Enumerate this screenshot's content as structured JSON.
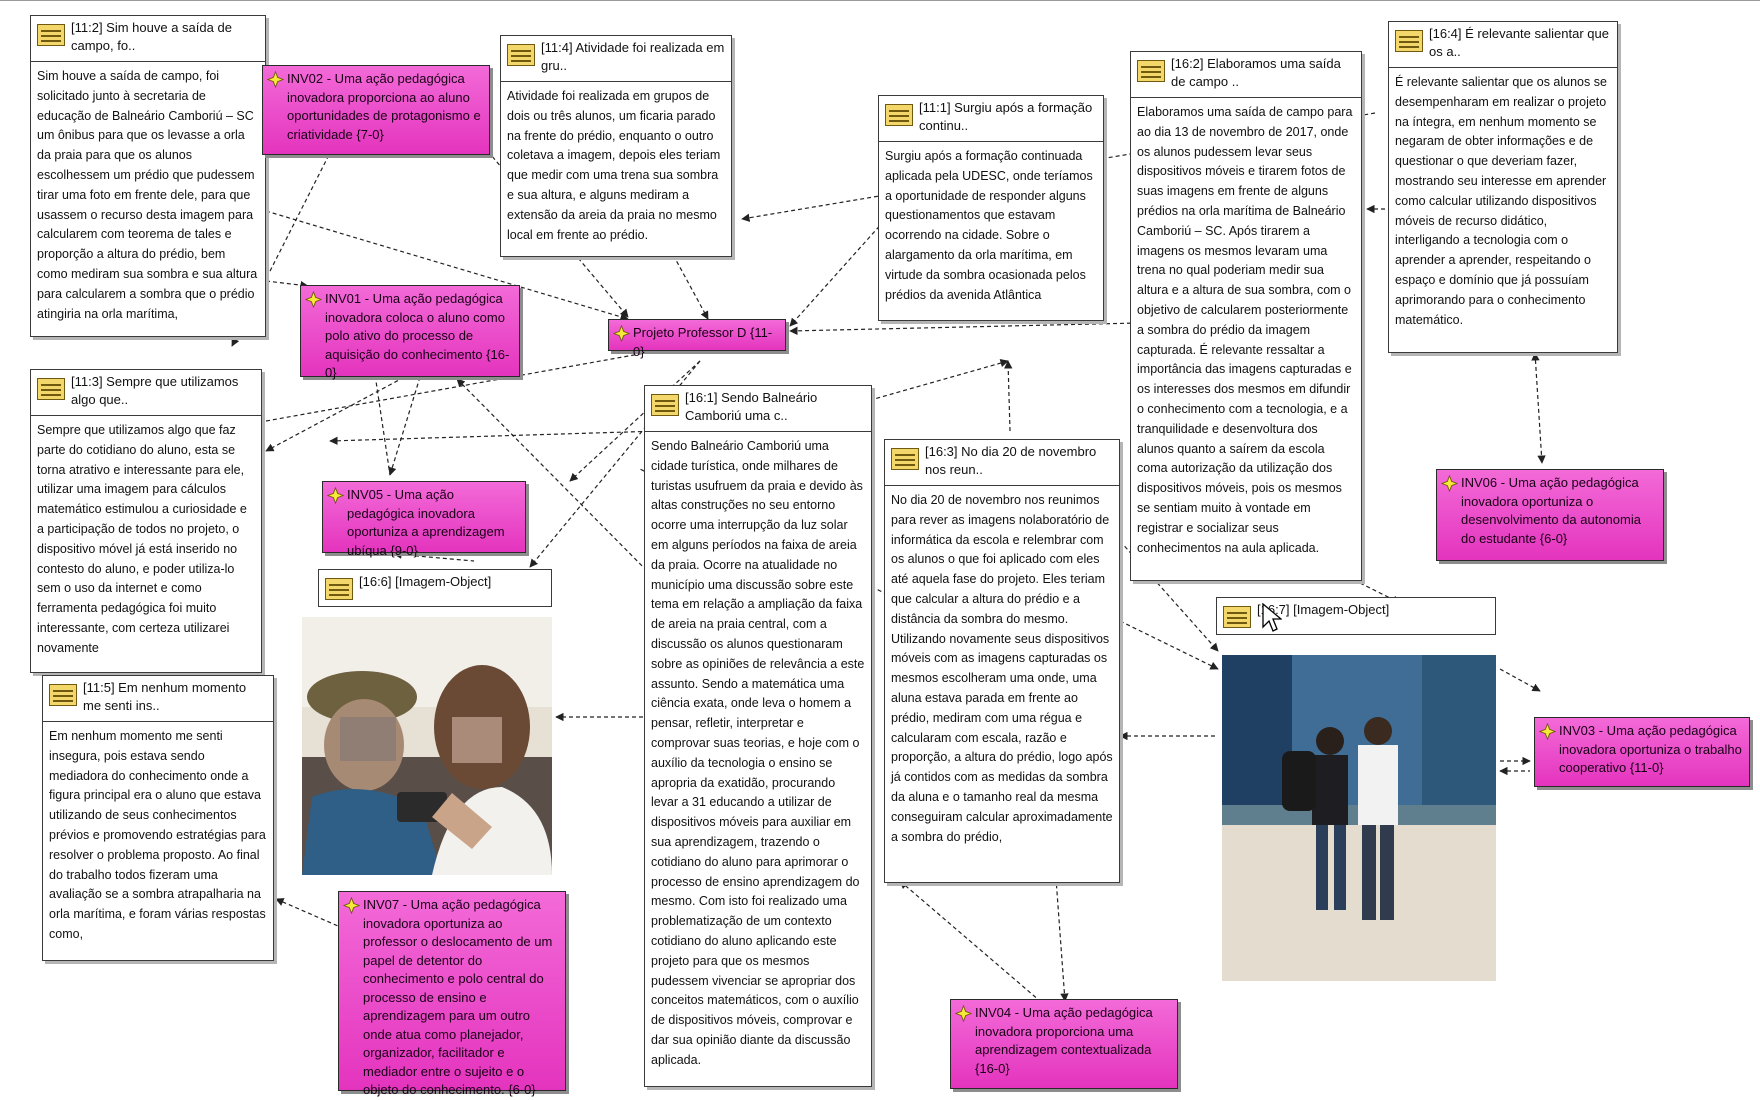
{
  "colors": {
    "code_fill": "#e84fc9",
    "memo_fill": "#ffffff",
    "edge": "#222222"
  },
  "icons": {
    "quotation": "memo-note-icon",
    "code": "code-sparkle-icon"
  },
  "quotations": {
    "q11_2": {
      "title": "[11:2] Sim houve a saída de campo, fo..",
      "text": "Sim houve a saída de campo, foi solicitado junto à secretaria de educação de Balneário Camboriú – SC um ônibus para que os levasse a orla da praia para que os alunos escolhessem um prédio que  pudessem tirar uma foto em frente  dele, para que usassem  o recurso desta imagem para calcularem com teorema de tales e proporção a altura do prédio, bem como mediram sua sombra e sua altura para calcularem a sombra que o prédio atingiria na orla marítima,"
    },
    "q11_4": {
      "title": "[11:4] Atividade foi realizada em gru..",
      "text": "Atividade foi realizada em grupos de dois ou três alunos, um ficaria parado na frente do prédio, enquanto o outro coletava a imagem, depois eles teriam que medir com uma trena sua sombra e sua altura, e alguns mediram a extensão da areia da praia no mesmo local em frente ao prédio."
    },
    "q11_1": {
      "title": "[11:1] Surgiu após a formação continu..",
      "text": "Surgiu após a formação continuada aplicada pela UDESC, onde teríamos a oportunidade de responder alguns questionamentos  que estavam ocorrendo na  cidade. Sobre o alargamento da orla  marítima, em virtude da sombra ocasionada pelos prédios da avenida Atlântica"
    },
    "q16_2": {
      "title": "[16:2] Elaboramos uma saída de campo ..",
      "text": "Elaboramos uma saída de campo para ao dia 13 de novembro de 2017, onde os alunos pudessem levar seus dispositivos móveis e tirarem fotos de suas imagens em frente de alguns prédios na orla marítima de Balneário Camboriú – SC. Após tirarem a imagens os mesmos levaram uma trena no qual poderiam medir sua altura e a altura de sua sombra, com o objetivo de calcularem posteriormente a sombra do prédio da imagem capturada. É relevante ressaltar a importância das imagens capturadas e os interesses dos mesmos em difundir o conhecimento com a tecnologia, e a tranquilidade e desenvoltura dos alunos quanto a saírem da escola coma autorização da utilização dos dispositivos móveis, pois os mesmos se sentiam muito à vontade em registrar e socializar seus conhecimentos na aula aplicada."
    },
    "q16_4": {
      "title": "[16:4] É relevante salientar que os a..",
      "text": "É relevante salientar que os alunos se desempenharam em realizar o projeto na íntegra, em nenhum momento se negaram de obter informações e de questionar o que deveriam fazer, mostrando seu interesse em aprender como calcular utilizando dispositivos móveis de recurso didático, interligando a tecnologia com o aprender a aprender, respeitando o espaço e domínio que já possuíam aprimorando para o conhecimento matemático."
    },
    "q11_3": {
      "title": "[11:3] Sempre que utilizamos algo que..",
      "text": "Sempre que utilizamos algo que faz parte do cotidiano do aluno, esta se torna atrativo e interessante para ele, utilizar uma imagem para cálculos matemático estimulou  a curiosidade e a participação de todos no projeto, o dispositivo móvel  já está inserido no contesto do aluno,  e poder utiliza-lo sem o uso da internet e como ferramenta pedagógica  foi muito interessante, com certeza utilizarei novamente"
    },
    "q16_1": {
      "title": "[16:1] Sendo Balneário Camboriú uma c..",
      "text": "Sendo Balneário Camboriú uma cidade turística, onde milhares de turistas usufruem da praia e devido às altas construções no seu entorno ocorre uma interrupção da luz solar em alguns períodos na faixa de areia da praia. Ocorre na atualidade no município uma discussão sobre este tema em relação a ampliação da faixa de areia na praia central, com a discussão os alunos questionaram sobre as opiniões de relevância a este assunto. Sendo a matemática uma ciência exata, onde leva o homem a pensar, refletir, interpretar e comprovar suas teorias, e hoje com o auxílio da tecnologia o ensino se apropria da exatidão, procurando levar a 31 educando a utilizar de dispositivos móveis para auxiliar em sua aprendizagem, trazendo o cotidiano do aluno para aprimorar o processo de ensino aprendizagem do mesmo. Com isto foi realizado uma problematização de um contexto cotidiano do aluno aplicando este projeto para que os mesmos pudessem vivenciar se apropriar dos conceitos matemáticos, com o auxílio de dispositivos móveis, comprovar e dar sua opinião diante da discussão aplicada."
    },
    "q16_3": {
      "title": "[16:3] No dia 20 de novembro nos reun..",
      "text": "No dia 20 de novembro nos reunimos para rever as imagens nolaboratório de informática da escola e relembrar com os alunos o que foi aplicado com eles até aquela fase do projeto. Eles teriam que calcular  a altura do prédio e a distância da sombra do mesmo. Utilizando novamente seus dispositivos móveis com as imagens capturadas os mesmos escolheram uma onde, uma aluna estava parada em frente ao prédio, mediram com uma régua e calcularam com escala, razão e proporção, a altura do prédio, logo após já contidos com as medidas da sombra da aluna e o tamanho real da mesma conseguiram calcular aproximadamente a sombra do prédio,"
    },
    "q11_5": {
      "title": "[11:5] Em nenhum momento me senti ins..",
      "text": "Em nenhum momento me senti insegura, pois estava sendo mediadora do conhecimento onde a figura principal era o aluno que estava utilizando de seus conhecimentos prévios e promovendo estratégias para resolver o problema proposto. Ao final do trabalho todos fizeram uma avaliação se a sombra atrapalharia na orla marítima, e foram várias respostas como,"
    },
    "q16_6": {
      "title": "[16:6] [Imagem-Object]"
    },
    "q16_7": {
      "title": "[16:7] [Imagem-Object]"
    }
  },
  "codes": {
    "inv02": "INV02 - Uma ação pedagógica inovadora proporciona ao aluno oportunidades de protagonismo e criatividade {7-0}",
    "inv01": "INV01 - Uma ação pedagógica inovadora coloca o aluno como polo ativo do processo de aquisição do conhecimento {16-0}",
    "project": "Projeto Professor D {11-0}",
    "inv05": "INV05 - Uma ação pedagógica inovadora oportuniza a aprendizagem ubíqua {9-0}",
    "inv06": "INV06 - Uma ação pedagógica inovadora oportuniza o desenvolvimento da autonomia do estudante {6-0}",
    "inv03": "INV03 - Uma ação pedagógica inovadora oportuniza o trabalho cooperativo {11-0}",
    "inv07": "INV07 - Uma ação pedagógica inovadora oportuniza ao professor o deslocamento de um papel de detentor do conhecimento e polo central do processo de ensino e aprendizagem para um outro onde atua como planejador, organizador, facilitador e mediador entre o sujeito e o objeto do conhecimento. {6-0}",
    "inv04": "INV04 - Uma ação pedagógica inovadora proporciona uma aprendizagem contextualizada {16-0}"
  }
}
